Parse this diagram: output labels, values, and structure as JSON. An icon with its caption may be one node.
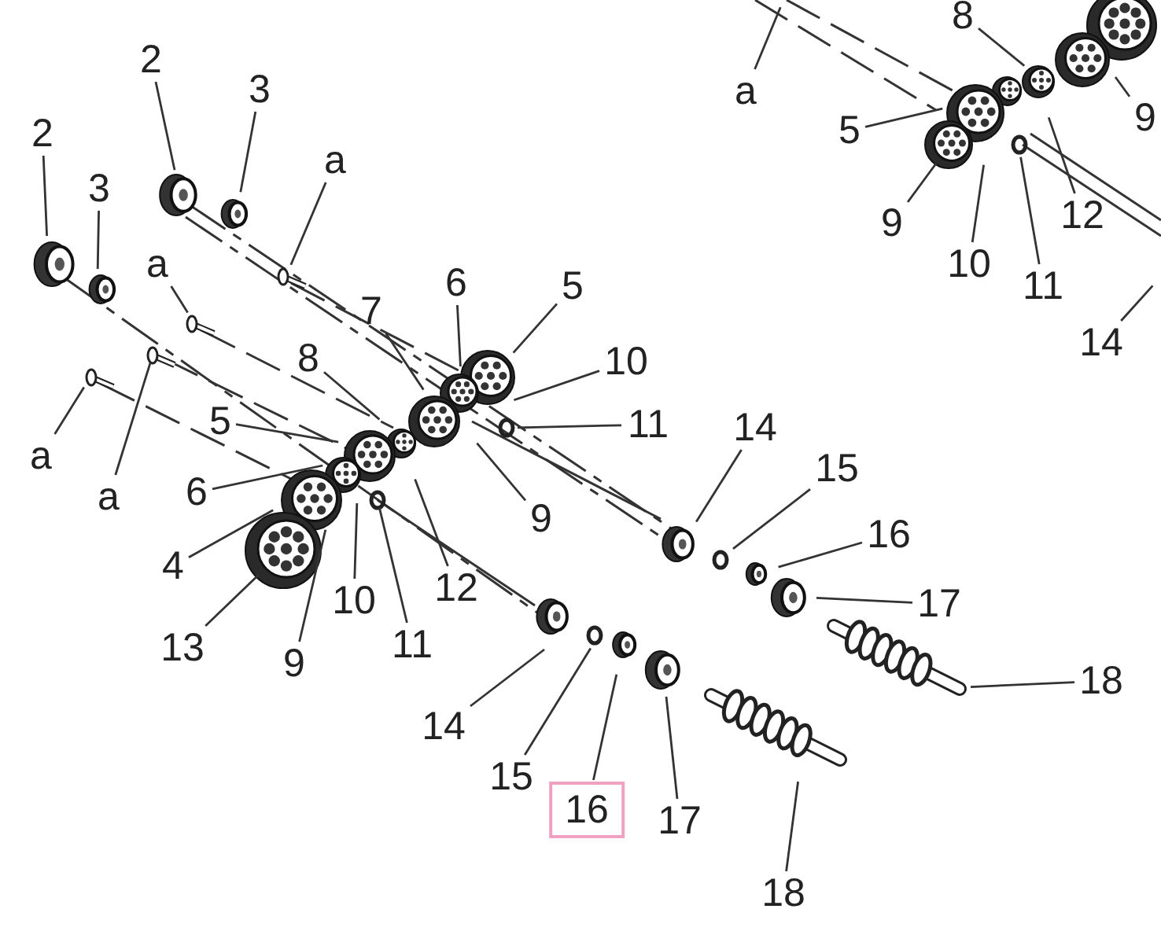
{
  "diagram": {
    "nodes": [
      {
        "text": [
          "2"
        ]
      },
      {
        "text": [
          "3"
        ]
      },
      {
        "text": [
          "2"
        ]
      },
      {
        "text": [
          "3"
        ]
      },
      {
        "text": [
          "a"
        ]
      },
      {
        "text": [
          "a"
        ]
      },
      {
        "text": [
          "a"
        ]
      },
      {
        "text": [
          "a"
        ]
      },
      {
        "text": [
          "7"
        ]
      },
      {
        "text": [
          "6"
        ]
      },
      {
        "text": [
          "5"
        ]
      },
      {
        "text": [
          "8"
        ]
      },
      {
        "text": [
          "10"
        ]
      },
      {
        "text": [
          "11"
        ]
      },
      {
        "text": [
          "5"
        ]
      },
      {
        "text": [
          "6"
        ]
      },
      {
        "text": [
          "9"
        ]
      },
      {
        "text": [
          "12"
        ]
      },
      {
        "text": [
          "4"
        ]
      },
      {
        "text": [
          "13"
        ]
      },
      {
        "text": [
          "10"
        ]
      },
      {
        "text": [
          "9"
        ]
      },
      {
        "text": [
          "11"
        ]
      },
      {
        "text": [
          "14"
        ]
      },
      {
        "text": [
          "15"
        ]
      },
      {
        "text": [
          "16"
        ]
      },
      {
        "text": [
          "17"
        ]
      },
      {
        "text": [
          "18"
        ]
      },
      {
        "text": [
          "14"
        ]
      },
      {
        "text": [
          "15"
        ]
      },
      {
        "text": [
          "16"
        ]
      },
      {
        "text": [
          "17"
        ]
      },
      {
        "text": [
          "18"
        ]
      },
      {
        "text": [
          "a"
        ]
      },
      {
        "text": [
          "8"
        ]
      },
      {
        "text": [
          "5"
        ]
      },
      {
        "text": [
          "9"
        ]
      },
      {
        "text": [
          "10"
        ]
      },
      {
        "text": [
          "11"
        ]
      },
      {
        "text": [
          "12"
        ]
      },
      {
        "text": [
          "9"
        ]
      },
      {
        "text": [
          "14"
        ]
      }
    ],
    "edges": [
      {
        "from": 0,
        "to": null,
        "arrow": "none"
      },
      {
        "from": 1,
        "to": null,
        "arrow": "none"
      },
      {
        "from": 2,
        "to": null,
        "arrow": "none"
      },
      {
        "from": 3,
        "to": null,
        "arrow": "none"
      },
      {
        "from": 4,
        "to": null,
        "arrow": "none"
      },
      {
        "from": 5,
        "to": null,
        "arrow": "none"
      },
      {
        "from": 6,
        "to": null,
        "arrow": "none"
      },
      {
        "from": 7,
        "to": null,
        "arrow": "none"
      },
      {
        "from": 8,
        "to": null,
        "arrow": "none"
      },
      {
        "from": 9,
        "to": null,
        "arrow": "none"
      },
      {
        "from": 10,
        "to": null,
        "arrow": "none"
      },
      {
        "from": 11,
        "to": null,
        "arrow": "none"
      },
      {
        "from": 12,
        "to": null,
        "arrow": "none"
      },
      {
        "from": 13,
        "to": null,
        "arrow": "none"
      },
      {
        "from": 14,
        "to": null,
        "arrow": "none"
      },
      {
        "from": 15,
        "to": null,
        "arrow": "none"
      },
      {
        "from": 16,
        "to": null,
        "arrow": "none"
      },
      {
        "from": 17,
        "to": null,
        "arrow": "none"
      },
      {
        "from": 18,
        "to": null,
        "arrow": "none"
      },
      {
        "from": 19,
        "to": null,
        "arrow": "none"
      },
      {
        "from": 20,
        "to": null,
        "arrow": "none"
      },
      {
        "from": 21,
        "to": null,
        "arrow": "none"
      },
      {
        "from": 22,
        "to": null,
        "arrow": "none"
      },
      {
        "from": 23,
        "to": null,
        "arrow": "none"
      },
      {
        "from": 24,
        "to": null,
        "arrow": "none"
      },
      {
        "from": 25,
        "to": null,
        "arrow": "none"
      },
      {
        "from": 26,
        "to": null,
        "arrow": "none"
      },
      {
        "from": 27,
        "to": null,
        "arrow": "none"
      },
      {
        "from": 28,
        "to": null,
        "arrow": "none"
      },
      {
        "from": 29,
        "to": null,
        "arrow": "none"
      },
      {
        "from": 30,
        "to": null,
        "arrow": "none"
      },
      {
        "from": 31,
        "to": null,
        "arrow": "none"
      },
      {
        "from": 32,
        "to": null,
        "arrow": "none"
      },
      {
        "from": 33,
        "to": null,
        "arrow": "none"
      },
      {
        "from": 34,
        "to": null,
        "arrow": "none"
      },
      {
        "from": 35,
        "to": null,
        "arrow": "none"
      },
      {
        "from": 36,
        "to": null,
        "arrow": "none"
      },
      {
        "from": 37,
        "to": null,
        "arrow": "none"
      },
      {
        "from": 38,
        "to": null,
        "arrow": "none"
      },
      {
        "from": 39,
        "to": null,
        "arrow": "none"
      },
      {
        "from": 40,
        "to": null,
        "arrow": "none"
      },
      {
        "from": 41,
        "to": null,
        "arrow": "none"
      }
    ]
  }
}
